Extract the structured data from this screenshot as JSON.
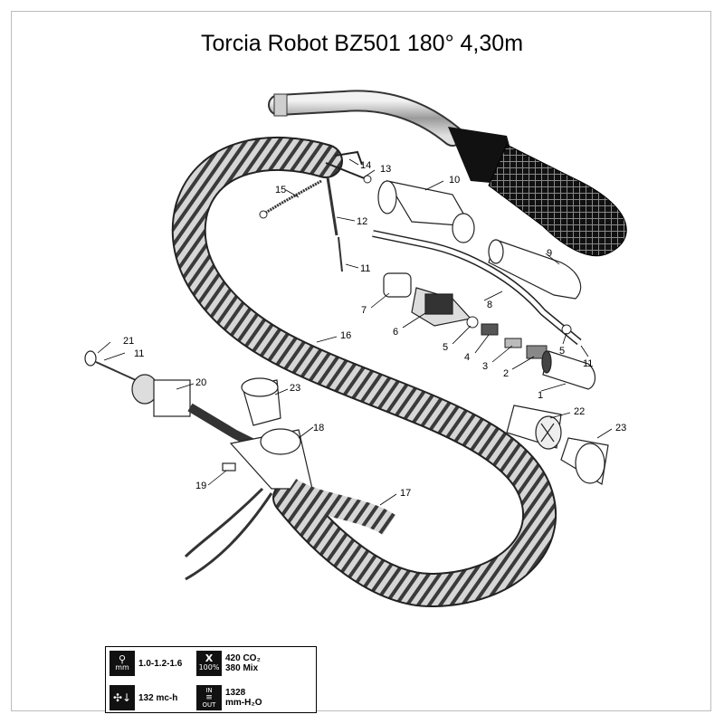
{
  "title": "Torcia Robot BZ501 180° 4,30m",
  "callouts": [
    "1",
    "2",
    "3",
    "4",
    "5",
    "5",
    "6",
    "7",
    "8",
    "9",
    "10",
    "11",
    "11",
    "11",
    "12",
    "13",
    "14",
    "15",
    "16",
    "17",
    "18",
    "19",
    "20",
    "21",
    "22",
    "23",
    "23"
  ],
  "specs": {
    "wire_diameter": {
      "icon": "wire-spool-icon",
      "icon_text": "mm",
      "value": "1.0-1.2-1.6"
    },
    "duty_cycle": {
      "icon": "duty-cycle-icon",
      "icon_text_top": "X",
      "icon_text_bottom": "100%",
      "line1": "420 CO₂",
      "line2": "380 Mix"
    },
    "air_flow": {
      "icon": "fan-airflow-icon",
      "value": "132 mc-h"
    },
    "pressure": {
      "icon": "in-out-pressure-icon",
      "icon_text_top": "IN",
      "icon_text_bottom": "OUT",
      "line1": "1328",
      "line2": "mm-H₂O"
    }
  }
}
